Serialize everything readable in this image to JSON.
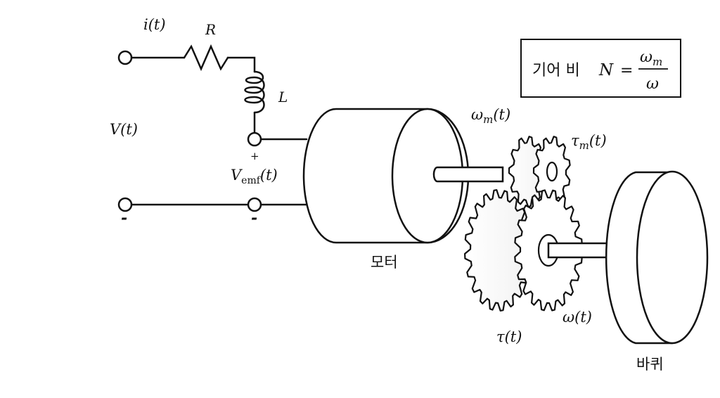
{
  "circuit": {
    "current_label": "i(t)",
    "resistor_label": "R",
    "inductor_label": "L",
    "voltage_label": "V(t)",
    "emf_plus": "+",
    "emf_label_base": "V",
    "emf_label_sub": "emf",
    "emf_label_tail": "(t)",
    "minus_left": "-",
    "minus_right": "-"
  },
  "motor": {
    "label": "모터",
    "omega_m_base": "ω",
    "omega_m_sub": "m",
    "omega_m_tail": "(t)",
    "tau_m_base": "τ",
    "tau_m_sub": "m",
    "tau_m_tail": "(t)"
  },
  "gears": {
    "omega_label": "ω(t)",
    "tau_label": "τ(t)"
  },
  "wheel": {
    "label": "바퀴"
  },
  "gear_ratio_box": {
    "text_prefix": "기어 비",
    "var": "N",
    "equals": "=",
    "numerator_base": "ω",
    "numerator_sub": "m",
    "denominator": "ω"
  }
}
